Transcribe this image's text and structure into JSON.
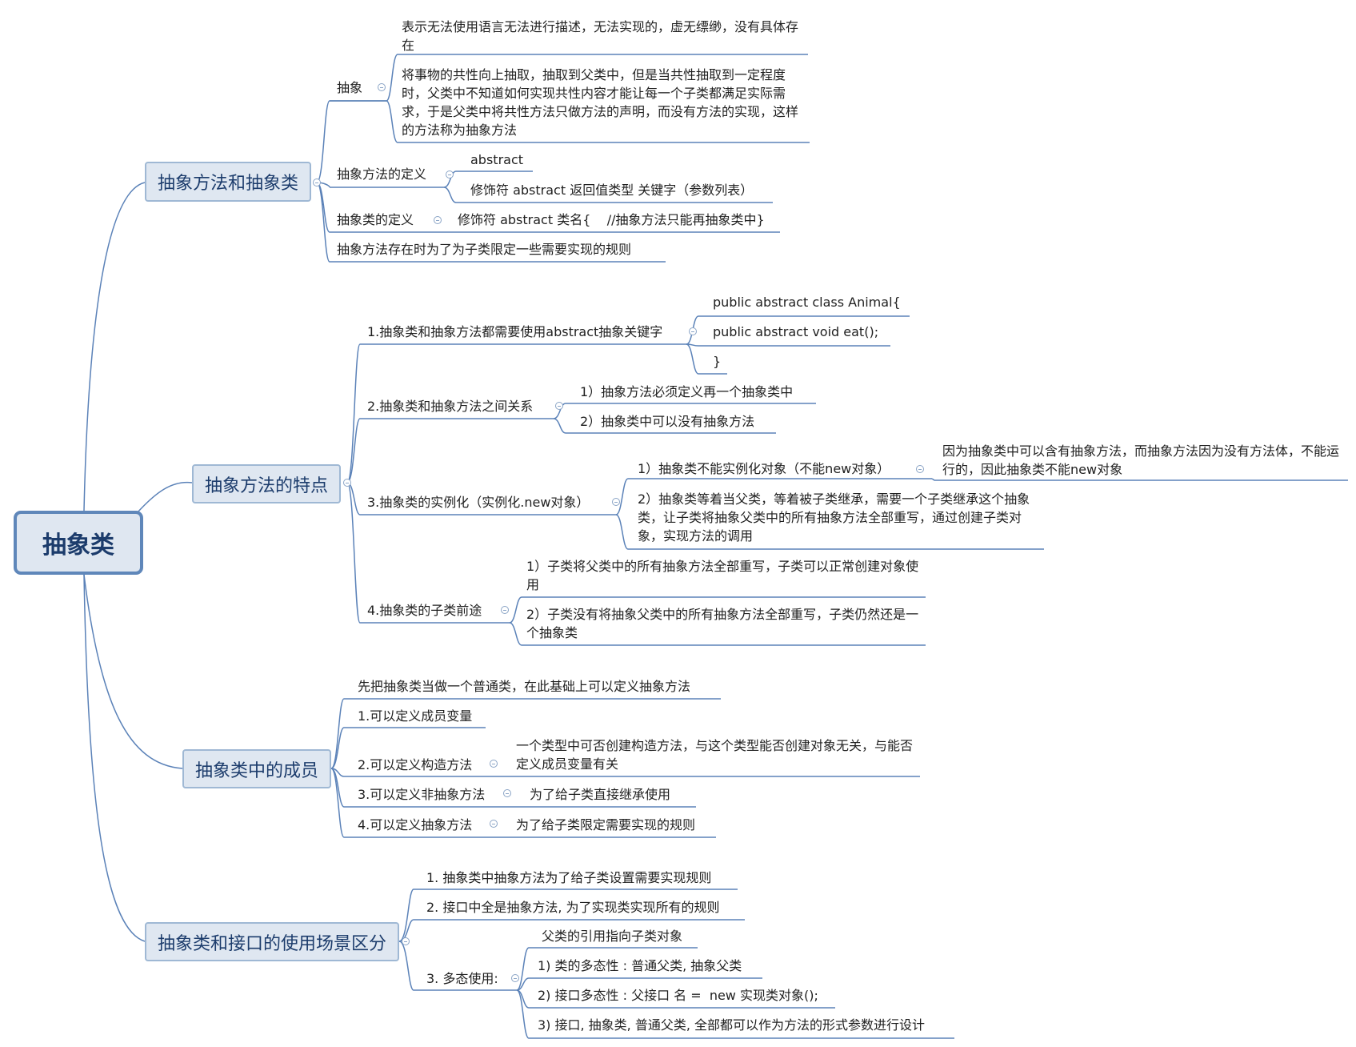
{
  "root": {
    "label": "抽象类"
  },
  "b1": {
    "label": "抽象方法和抽象类",
    "abstract": {
      "label": "抽象",
      "desc1": "表示无法使用语言无法进行描述，无法实现的，虚无缥缈，没有具体存在",
      "desc2": "将事物的共性向上抽取，抽取到父类中，但是当共性抽取到一定程度时，父类中不知道如何实现共性内容才能让每一个子类都满足实际需求，于是父类中将共性方法只做方法的声明，而没有方法的实现，这样的方法称为抽象方法"
    },
    "method_def": {
      "label": "抽象方法的定义",
      "c1": "abstract",
      "c2": "修饰符 abstract 返回值类型 关键字（参数列表）"
    },
    "class_def": {
      "label": "抽象类的定义",
      "c1": "修饰符 abstract 类名{    //抽象方法只能再抽象类中}"
    },
    "rule": "抽象方法存在时为了为子类限定一些需要实现的规则"
  },
  "b2": {
    "label": "抽象方法的特点",
    "f1": {
      "label": "1.抽象类和抽象方法都需要使用abstract抽象关键字",
      "c1": "public abstract class Animal{",
      "c2": "public abstract void eat();",
      "c3": "}"
    },
    "f2": {
      "label": "2.抽象类和抽象方法之间关系",
      "c1": "1）抽象方法必须定义再一个抽象类中",
      "c2": "2）抽象类中可以没有抽象方法"
    },
    "f3": {
      "label": "3.抽象类的实例化（实例化.new对象）",
      "c1": "1）抽象类不能实例化对象（不能new对象）",
      "c1_reason": "因为抽象类中可以含有抽象方法，而抽象方法因为没有方法体，不能运行的，因此抽象类不能new对象",
      "c2": "2）抽象类等着当父类，等着被子类继承，需要一个子类继承这个抽象类，让子类将抽象父类中的所有抽象方法全部重写，通过创建子类对象，实现方法的调用"
    },
    "f4": {
      "label": "4.抽象类的子类前途",
      "c1": "1）子类将父类中的所有抽象方法全部重写，子类可以正常创建对象使用",
      "c2": "2）子类没有将抽象父类中的所有抽象方法全部重写，子类仍然还是一个抽象类"
    }
  },
  "b3": {
    "label": "抽象类中的成员",
    "intro": "先把抽象类当做一个普通类，在此基础上可以定义抽象方法",
    "m1": "1.可以定义成员变量",
    "m2": {
      "label": "2.可以定义构造方法",
      "note": "一个类型中可否创建构造方法，与这个类型能否创建对象无关，与能否定义成员变量有关"
    },
    "m3": {
      "label": "3.可以定义非抽象方法",
      "note": "为了给子类直接继承使用"
    },
    "m4": {
      "label": "4.可以定义抽象方法",
      "note": "为了给子类限定需要实现的规则"
    }
  },
  "b4": {
    "label": "抽象类和接口的使用场景区分",
    "s1": "1. 抽象类中抽象方法为了给子类设置需要实现规则",
    "s2": "2. 接口中全是抽象方法, 为了实现类实现所有的规则",
    "s3": {
      "label": "3. 多态使用:",
      "c0": "父类的引用指向子类对象",
      "c1": "1) 类的多态性 : 普通父类, 抽象父类",
      "c2": "2) 接口多态性 : 父接口 名 =  new 实现类对象();",
      "c3": "3) 接口, 抽象类, 普通父类, 全部都可以作为方法的形式参数进行设计"
    }
  },
  "colors": {
    "line": "#5b82b8",
    "node_fill": "#dfe7f1",
    "node_border": "#9fb8d4",
    "root_border": "#5f87ba",
    "text": "#1f1f1f"
  }
}
